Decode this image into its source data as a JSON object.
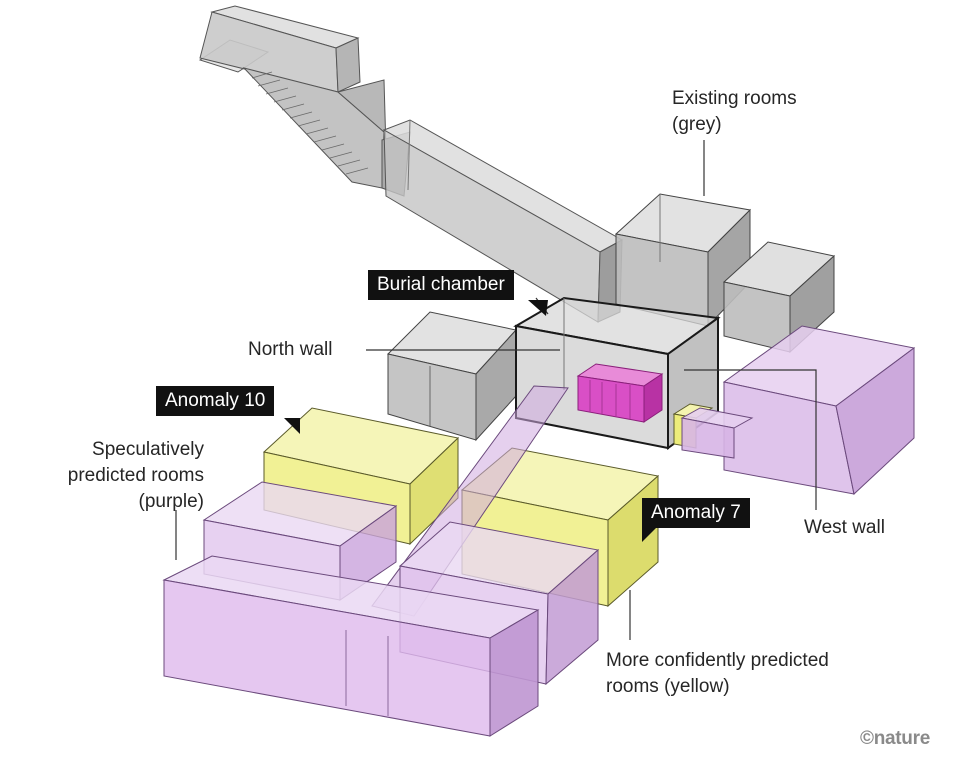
{
  "labels": {
    "existing_rooms_line1": "Existing rooms",
    "existing_rooms_line2": "(grey)",
    "burial_chamber": "Burial chamber",
    "north_wall": "North wall",
    "anomaly_10": "Anomaly 10",
    "speculative_line1": "Speculatively",
    "speculative_line2": "predicted rooms",
    "speculative_line3": "(purple)",
    "anomaly_7": "Anomaly 7",
    "west_wall": "West wall",
    "confident_line1": "More confidently predicted",
    "confident_line2": "rooms (yellow)"
  },
  "credit": "©nature",
  "colors": {
    "existing_room": "#a9a9a9",
    "speculative_room": "#c9a3dc",
    "confident_room": "#f0f07a",
    "sarcophagus": "#d94fc6",
    "label_box": "#111111"
  }
}
